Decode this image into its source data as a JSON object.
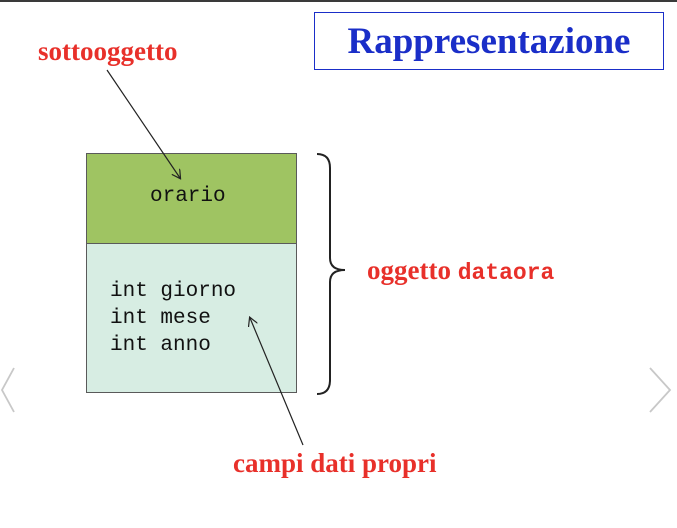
{
  "title": "Rappresentazione",
  "labels": {
    "subobject": "sottooggetto",
    "object_prefix": "oggetto ",
    "object_name": "dataora",
    "own_fields": "campi dati propri"
  },
  "blocks": {
    "subobject_name": "orario",
    "fields": [
      "int giorno",
      "int mese",
      "int anno"
    ]
  },
  "colors": {
    "title": "#1a2ec8",
    "labels": "#e8302a",
    "subobject_fill": "#9fc462",
    "fields_fill": "#d7ede3"
  },
  "navigation": {
    "prev_icon": "chevron-left-icon",
    "next_icon": "chevron-right-icon"
  }
}
